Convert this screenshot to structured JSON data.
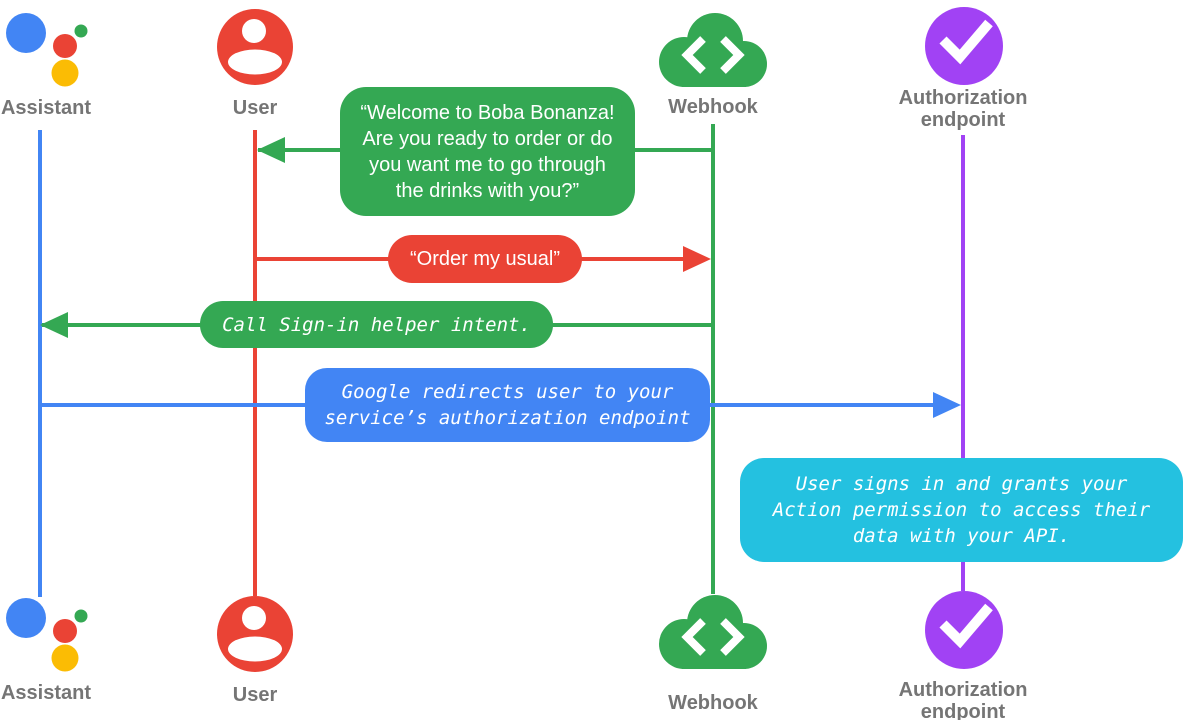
{
  "diagram_type": "sequence",
  "colors": {
    "assistant_blue": "#4285F4",
    "user_red": "#EA4335",
    "webhook_green": "#34A853",
    "assistant_yellow": "#FBBC04",
    "authorization_purple": "#A142F4",
    "note_cyan": "#24C1E0",
    "label_gray": "#757575"
  },
  "actors": [
    {
      "id": "assistant",
      "label": "Assistant",
      "icon": "google-assistant-logo",
      "color": "#4285F4"
    },
    {
      "id": "user",
      "label": "User",
      "icon": "person-icon",
      "color": "#EA4335"
    },
    {
      "id": "webhook",
      "label": "Webhook",
      "icon": "code-cloud-icon",
      "color": "#34A853"
    },
    {
      "id": "authorization-endpoint",
      "label": "Authorization endpoint",
      "label_lines": [
        "Authorization",
        "endpoint"
      ],
      "icon": "checkmark-circle-icon",
      "color": "#A142F4"
    }
  ],
  "messages": [
    {
      "from": "webhook",
      "to": "user",
      "color": "#34A853",
      "font": "sans",
      "text": "“Welcome to Boba Bonanza! Are you ready to order or do you want me to go through the drinks with you?”",
      "lines": [
        "“Welcome to Boba Bonanza!",
        "Are you ready to order or do",
        "you want me to go through",
        "the drinks with you?”"
      ]
    },
    {
      "from": "user",
      "to": "webhook",
      "color": "#EA4335",
      "font": "sans",
      "text": "“Order my usual”",
      "lines": [
        "“Order my usual”"
      ]
    },
    {
      "from": "webhook",
      "to": "assistant",
      "color": "#34A853",
      "font": "mono-italic",
      "text": "Call Sign-in helper intent.",
      "lines": [
        "Call Sign-in helper intent."
      ]
    },
    {
      "from": "assistant",
      "to": "authorization-endpoint",
      "color": "#4285F4",
      "font": "mono-italic",
      "text": "Google redirects user to your service’s authorization endpoint",
      "lines": [
        "Google redirects user to your",
        "service’s authorization endpoint"
      ]
    },
    {
      "type": "note",
      "over": "authorization-endpoint",
      "color": "#24C1E0",
      "font": "mono-italic",
      "text": "User signs in and grants your Action permission to access their data with your API.",
      "lines": [
        "User signs in and grants your",
        "Action permission to access their",
        "data with your API."
      ]
    }
  ]
}
